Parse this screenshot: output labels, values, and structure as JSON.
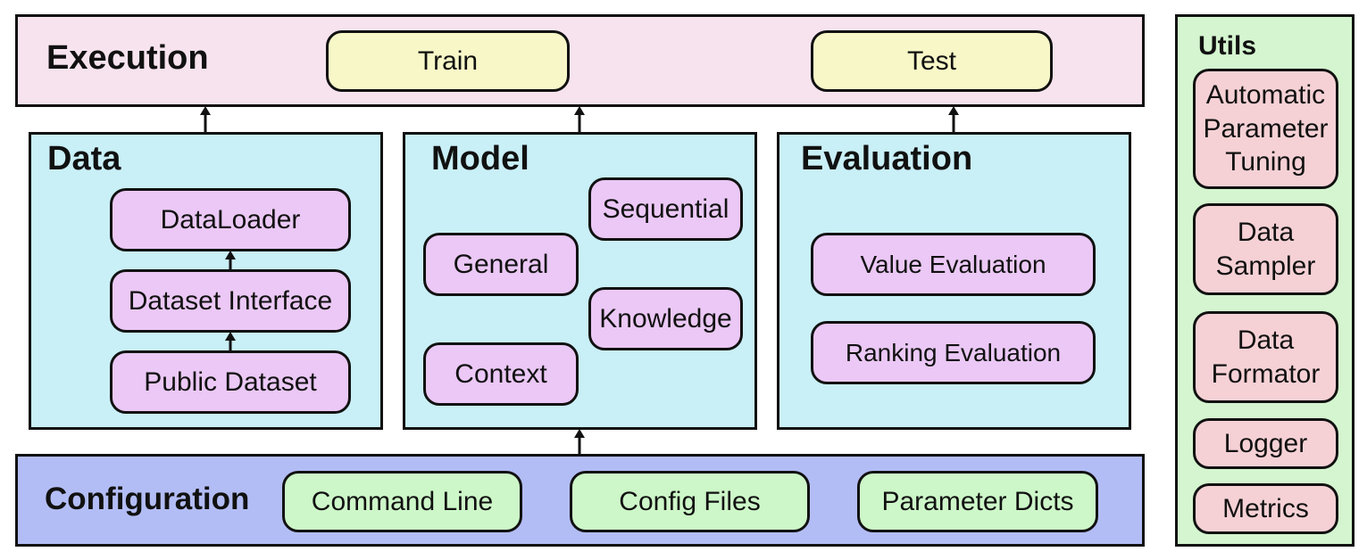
{
  "execution": {
    "title": "Execution",
    "train_label": "Train",
    "test_label": "Test"
  },
  "data": {
    "title": "Data",
    "dataloader_label": "DataLoader",
    "dataset_interface_label": "Dataset Interface",
    "public_dataset_label": "Public Dataset"
  },
  "model": {
    "title": "Model",
    "sequential_label": "Sequential",
    "general_label": "General",
    "knowledge_label": "Knowledge",
    "context_label": "Context"
  },
  "evaluation": {
    "title": "Evaluation",
    "value_evaluation_label": "Value Evaluation",
    "ranking_evaluation_label": "Ranking Evaluation"
  },
  "configuration": {
    "title": "Configuration",
    "command_line_label": "Command Line",
    "config_files_label": "Config Files",
    "parameter_dicts_label": "Parameter Dicts"
  },
  "utils": {
    "title": "Utils",
    "automatic_parameter_tuning_label": "Automatic Parameter Tuning",
    "data_sampler_label": "Data Sampler",
    "data_formator_label": "Data Formator",
    "logger_label": "Logger",
    "metrics_label": "Metrics"
  },
  "colors": {
    "execution_bg": "#f7e3ee",
    "module_bg": "#c9eff7",
    "configuration_bg": "#b3bdf5",
    "utils_bg": "#d4f5cf",
    "execution_pill": "#f7f7c8",
    "module_pill": "#ebc8f5",
    "configuration_pill": "#cdf7c8",
    "utils_pill": "#f5d1d5"
  }
}
